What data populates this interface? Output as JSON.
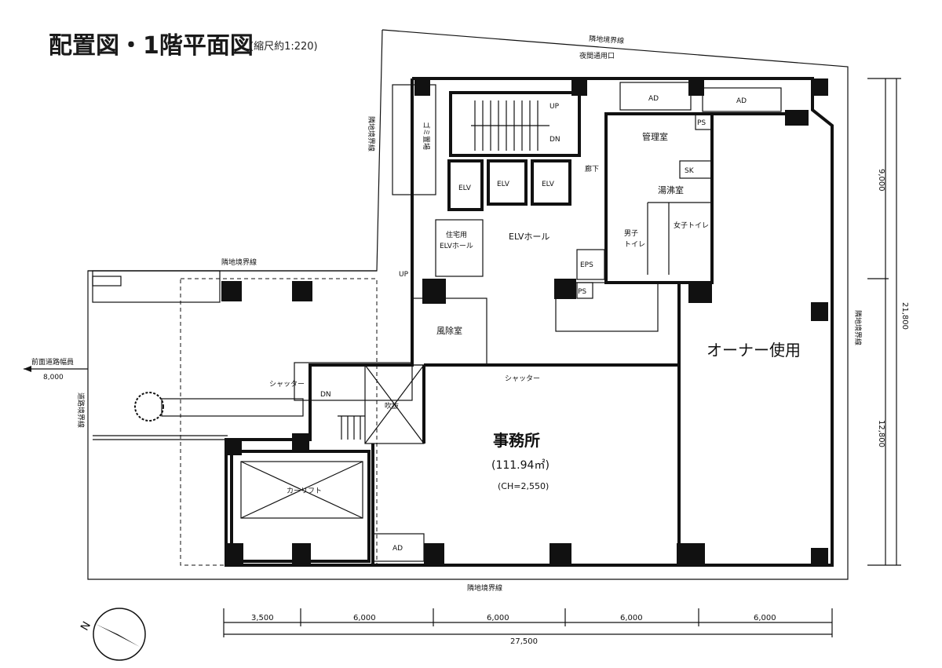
{
  "header": {
    "title": "配置図・1階平面図",
    "scale": "(縮尺約1:220)"
  },
  "boundaries": {
    "top": "隣地境界線",
    "left_upper": "隣地境界線",
    "left_middle": "隣地境界線",
    "bottom": "隣地境界線",
    "right": "隣地境界線",
    "road": "道路境界線",
    "front_road": "前面道路幅員",
    "front_road_width": "8,000"
  },
  "rooms": {
    "night_entrance": "夜間通用口",
    "ad_1": "AD",
    "ad_2": "AD",
    "ad_3": "AD",
    "ps_1": "PS",
    "ps_2": "PS",
    "eps": "EPS",
    "sk": "SK",
    "management": "管理室",
    "corridor": "廊下",
    "kitchenette": "湯沸室",
    "mens_toilet_1": "男子",
    "mens_toilet_2": "トイレ",
    "womens_toilet": "女子トイレ",
    "elv_1": "ELV",
    "elv_2": "ELV",
    "elv_3": "ELV",
    "residential_elv_1": "住宅用",
    "residential_elv_2": "ELVホール",
    "elv_hall": "ELVホール",
    "windbreak": "風除室",
    "garbage": "ゴミ置場",
    "owner_use": "オーナー使用",
    "office": "事務所",
    "office_area": "(111.94㎡)",
    "office_ch": "(CH=2,550)",
    "shutter_1": "シャッター",
    "shutter_2": "シャッター",
    "void": "吹抜",
    "car_lift": "カーリフト",
    "up_1": "UP",
    "up_2": "UP",
    "dn_1": "DN",
    "dn_2": "DN"
  },
  "dimensions": {
    "bottom": [
      "3,500",
      "6,000",
      "6,000",
      "6,000",
      "6,000"
    ],
    "total_width": "27,500",
    "right": [
      "9,000",
      "12,800"
    ],
    "total_depth": "21,800"
  },
  "compass": {
    "north": "N"
  }
}
